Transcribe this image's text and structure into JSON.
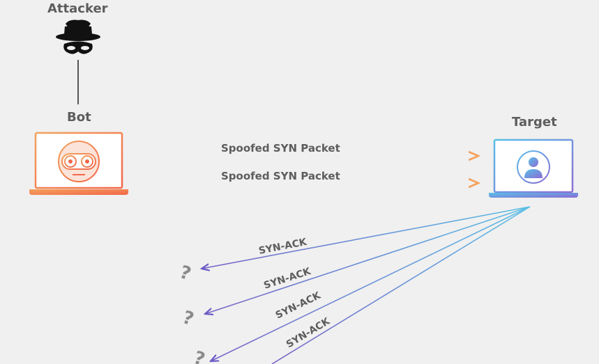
{
  "labels": {
    "attacker": "Attacker",
    "bot": "Bot",
    "target": "Target"
  },
  "packets": [
    "Spoofed SYN Packet",
    "Spoofed SYN Packet"
  ],
  "replies": [
    "SYN-ACK",
    "SYN-ACK",
    "SYN-ACK",
    "SYN-ACK"
  ],
  "unknown_marks": [
    "?",
    "?",
    "?"
  ],
  "icons": {
    "attacker": "spy-hat-mask-icon",
    "bot": "robot-face-icon",
    "target": "user-avatar-icon"
  },
  "colors": {
    "background": "#f0f0f0",
    "bot_gradient": [
      "#f26d4b",
      "#f5a05a"
    ],
    "target_gradient": [
      "#5bb8e6",
      "#8a6fd6"
    ],
    "text": "#5d5d5d"
  }
}
